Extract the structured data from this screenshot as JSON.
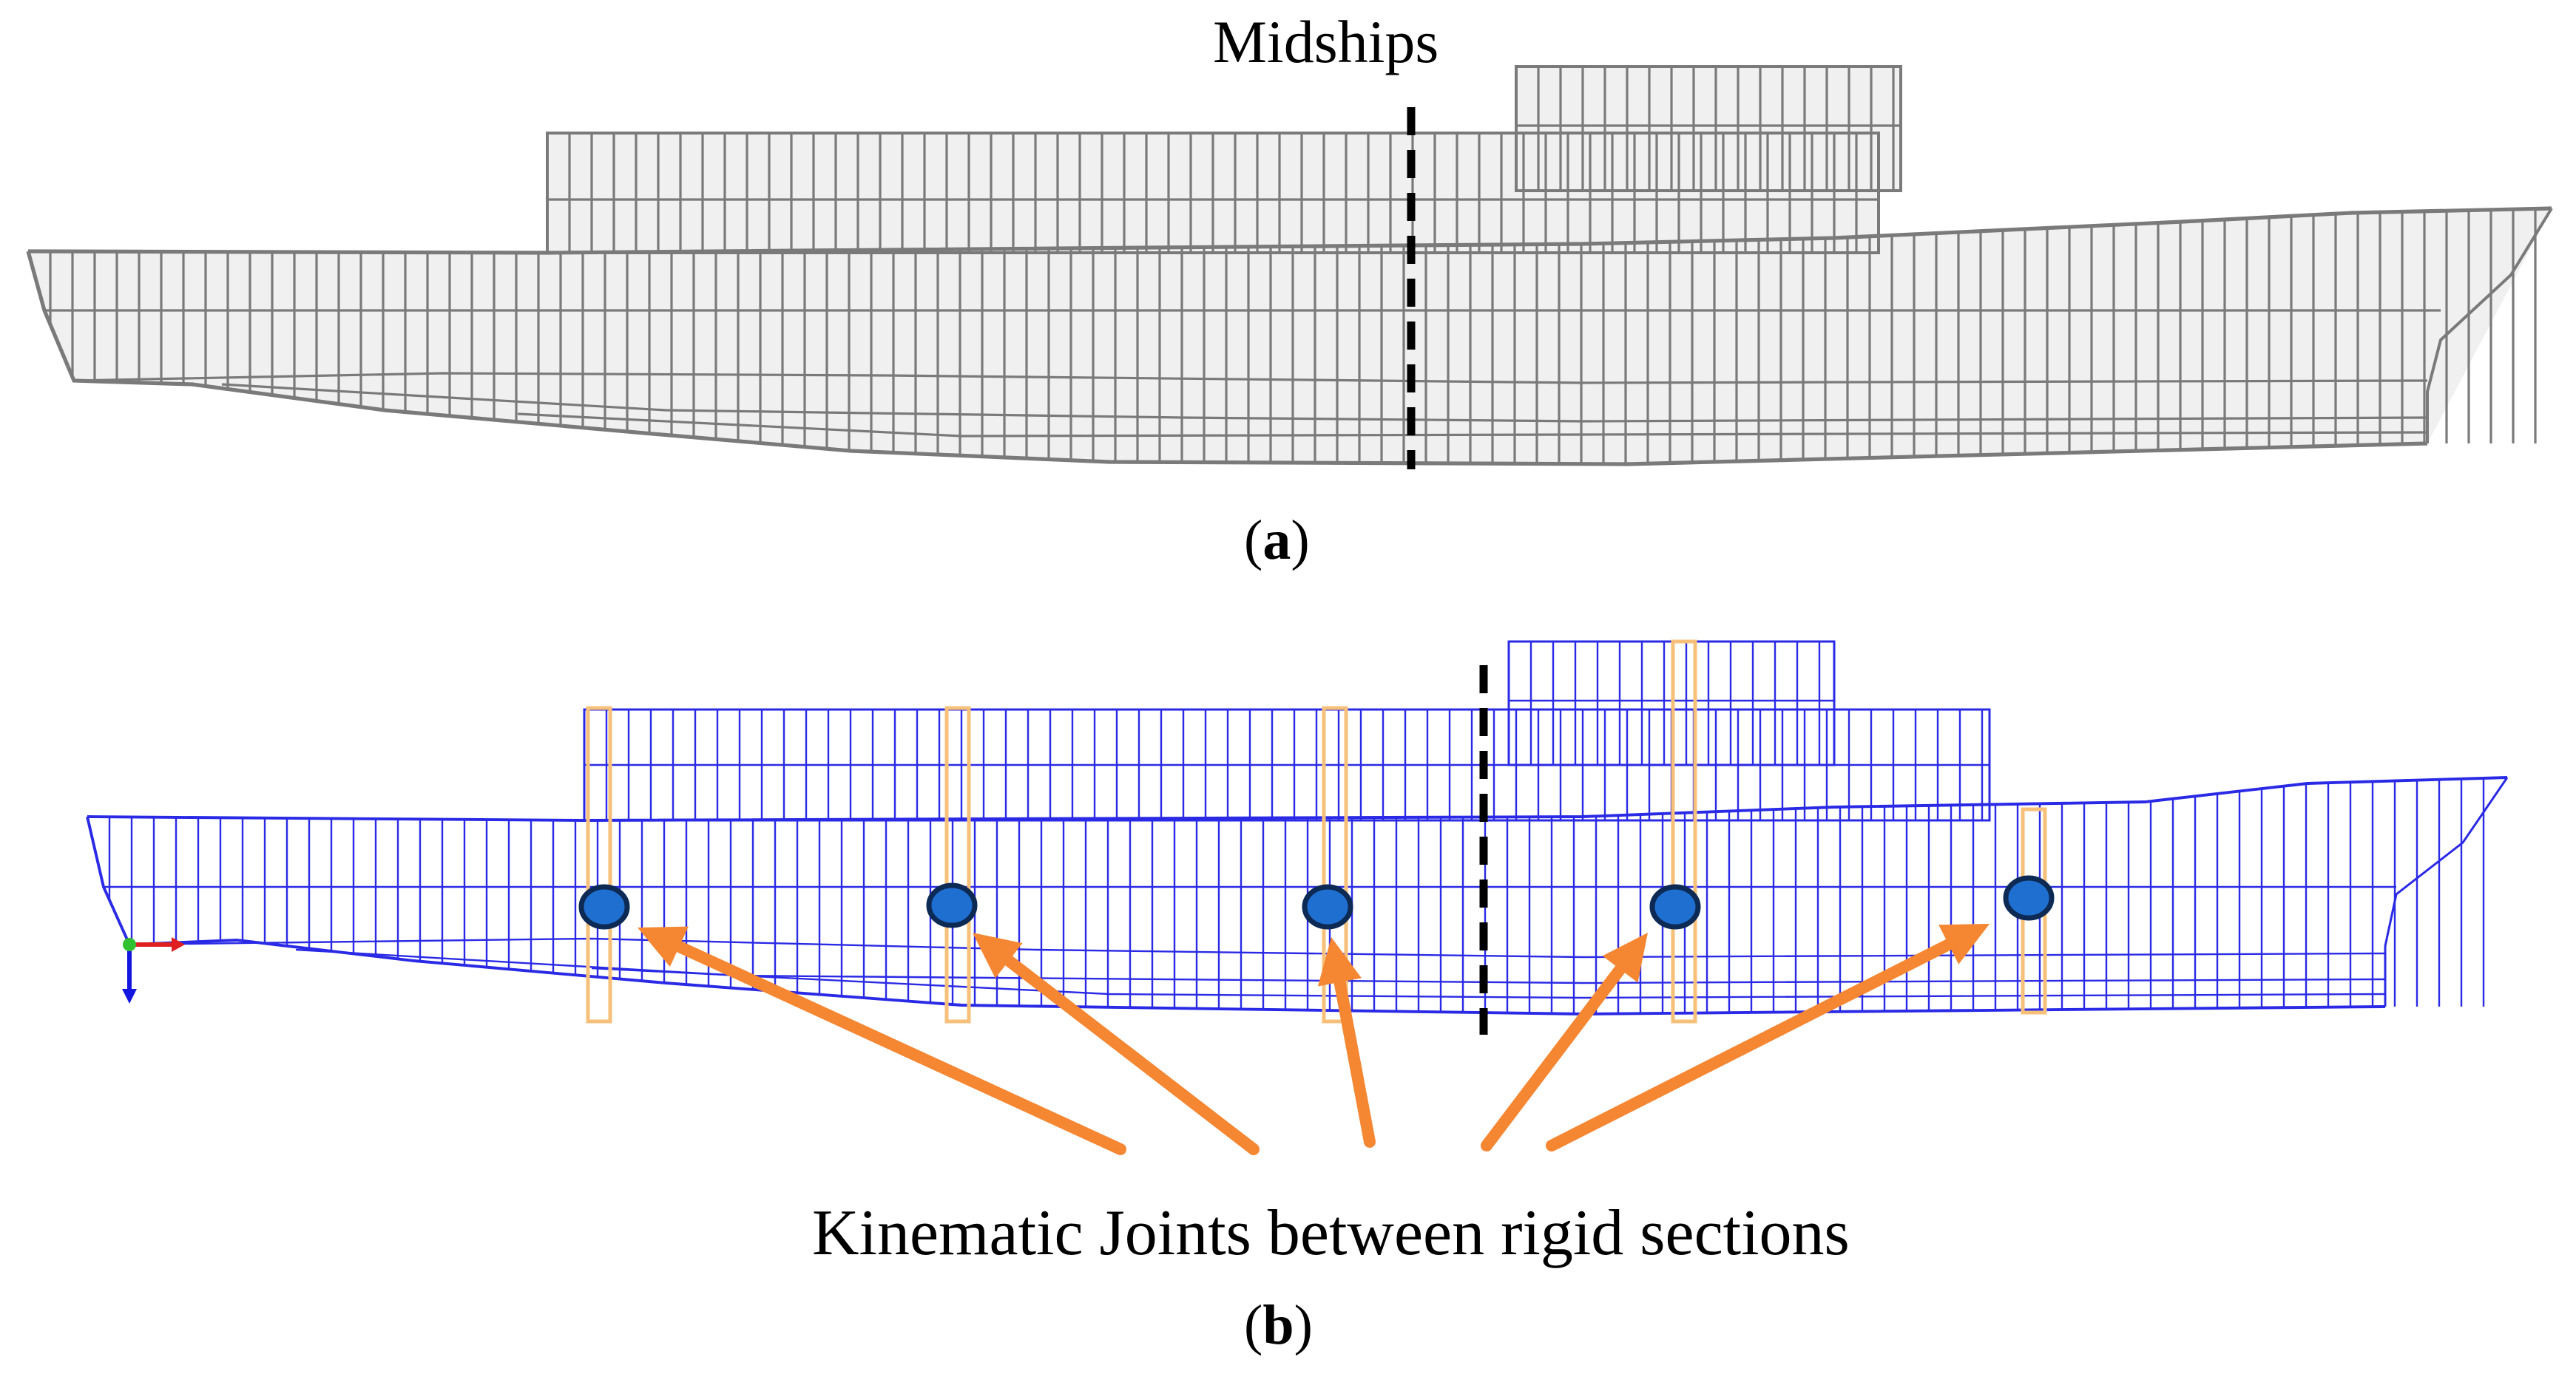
{
  "labels": {
    "midships": "Midships",
    "caption_a_open": "(",
    "caption_a_letter": "a",
    "caption_a_close": ")",
    "caption_b_open": "(",
    "caption_b_letter": "b",
    "caption_b_close": ")",
    "joints": "Kinematic Joints between rigid sections"
  },
  "colors": {
    "mesh_a": "#7a7a7a",
    "hull_fill_a": "#f0f0f0",
    "mesh_b": "#2a2ae6",
    "joint_band": "#f7c07a",
    "joint_fill": "#1f6fd1",
    "joint_stroke": "#0d2a55",
    "arrow": "#f58632",
    "midships_line": "#000000"
  },
  "joints": [
    {
      "name": "joint-1"
    },
    {
      "name": "joint-2"
    },
    {
      "name": "joint-3"
    },
    {
      "name": "joint-4"
    },
    {
      "name": "joint-5"
    }
  ]
}
